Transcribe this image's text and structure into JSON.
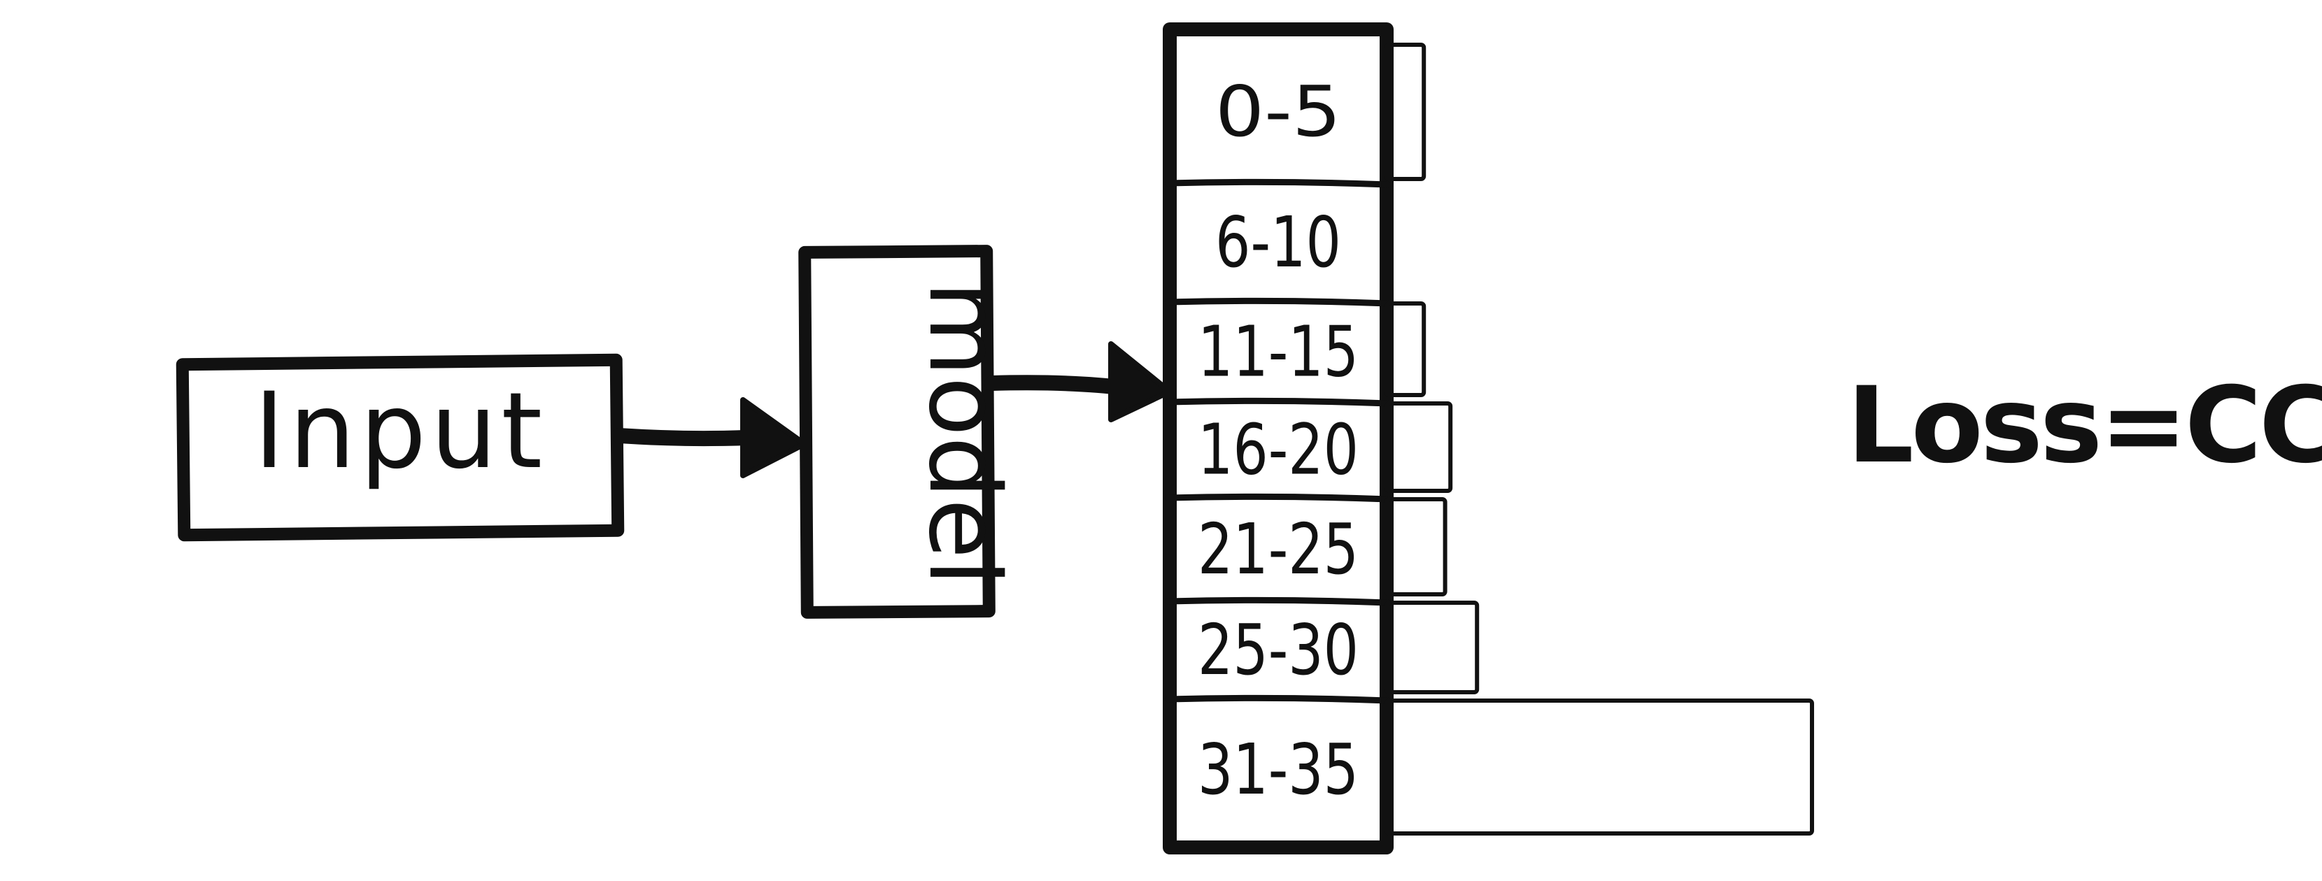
{
  "diagram": {
    "input_label": "Input",
    "model_label": "model",
    "loss_label": "Loss=CCE",
    "output_bins": [
      {
        "label": "0-5",
        "probability": 0.07
      },
      {
        "label": "6-10",
        "probability": 0.0
      },
      {
        "label": "11-15",
        "probability": 0.07
      },
      {
        "label": "16-20",
        "probability": 0.12
      },
      {
        "label": "21-25",
        "probability": 0.11
      },
      {
        "label": "25-30",
        "probability": 0.17
      },
      {
        "label": "31-35",
        "probability": 0.8
      }
    ],
    "colors": {
      "ink": "#111111",
      "background": "#ffffff"
    }
  }
}
